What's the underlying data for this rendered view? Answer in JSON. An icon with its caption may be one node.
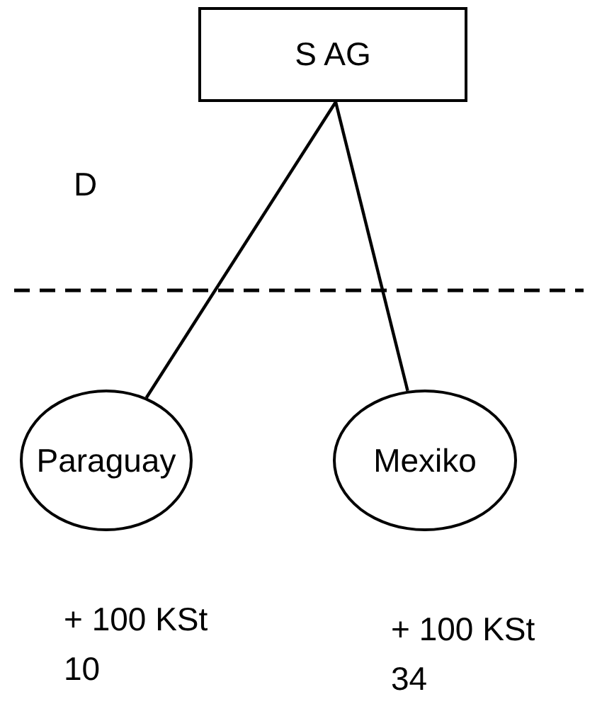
{
  "diagram": {
    "nodes": [
      {
        "text": [
          "S AG"
        ]
      },
      {
        "text": [
          "Paraguay"
        ],
        "beside": [
          "+ 100 KSt 10"
        ]
      },
      {
        "text": [
          "Mexiko"
        ],
        "beside": [
          "+ 100 KSt 34"
        ]
      }
    ],
    "edges": [
      {
        "from": 0,
        "to": 1,
        "arrow": "none"
      },
      {
        "from": 0,
        "to": 2,
        "arrow": "none"
      }
    ],
    "labels": [
      "D"
    ]
  }
}
